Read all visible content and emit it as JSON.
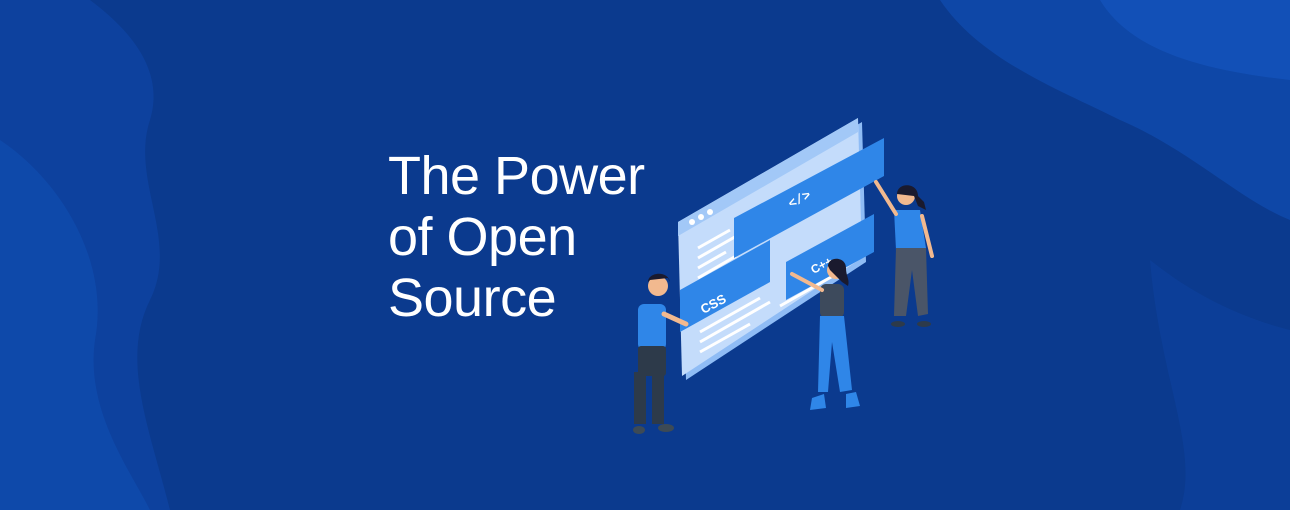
{
  "banner": {
    "headline_lines": [
      "The Power",
      "of Open",
      "Source"
    ]
  },
  "illustration": {
    "code_tag_label": "</>",
    "css_label": "CSS",
    "cpp_label": "C++"
  },
  "colors": {
    "background": "#0b3a8e",
    "background_shape": "#0f4aa8",
    "accent_blue": "#2f86e8",
    "panel_light": "#a9cdfa",
    "text": "#ffffff"
  }
}
